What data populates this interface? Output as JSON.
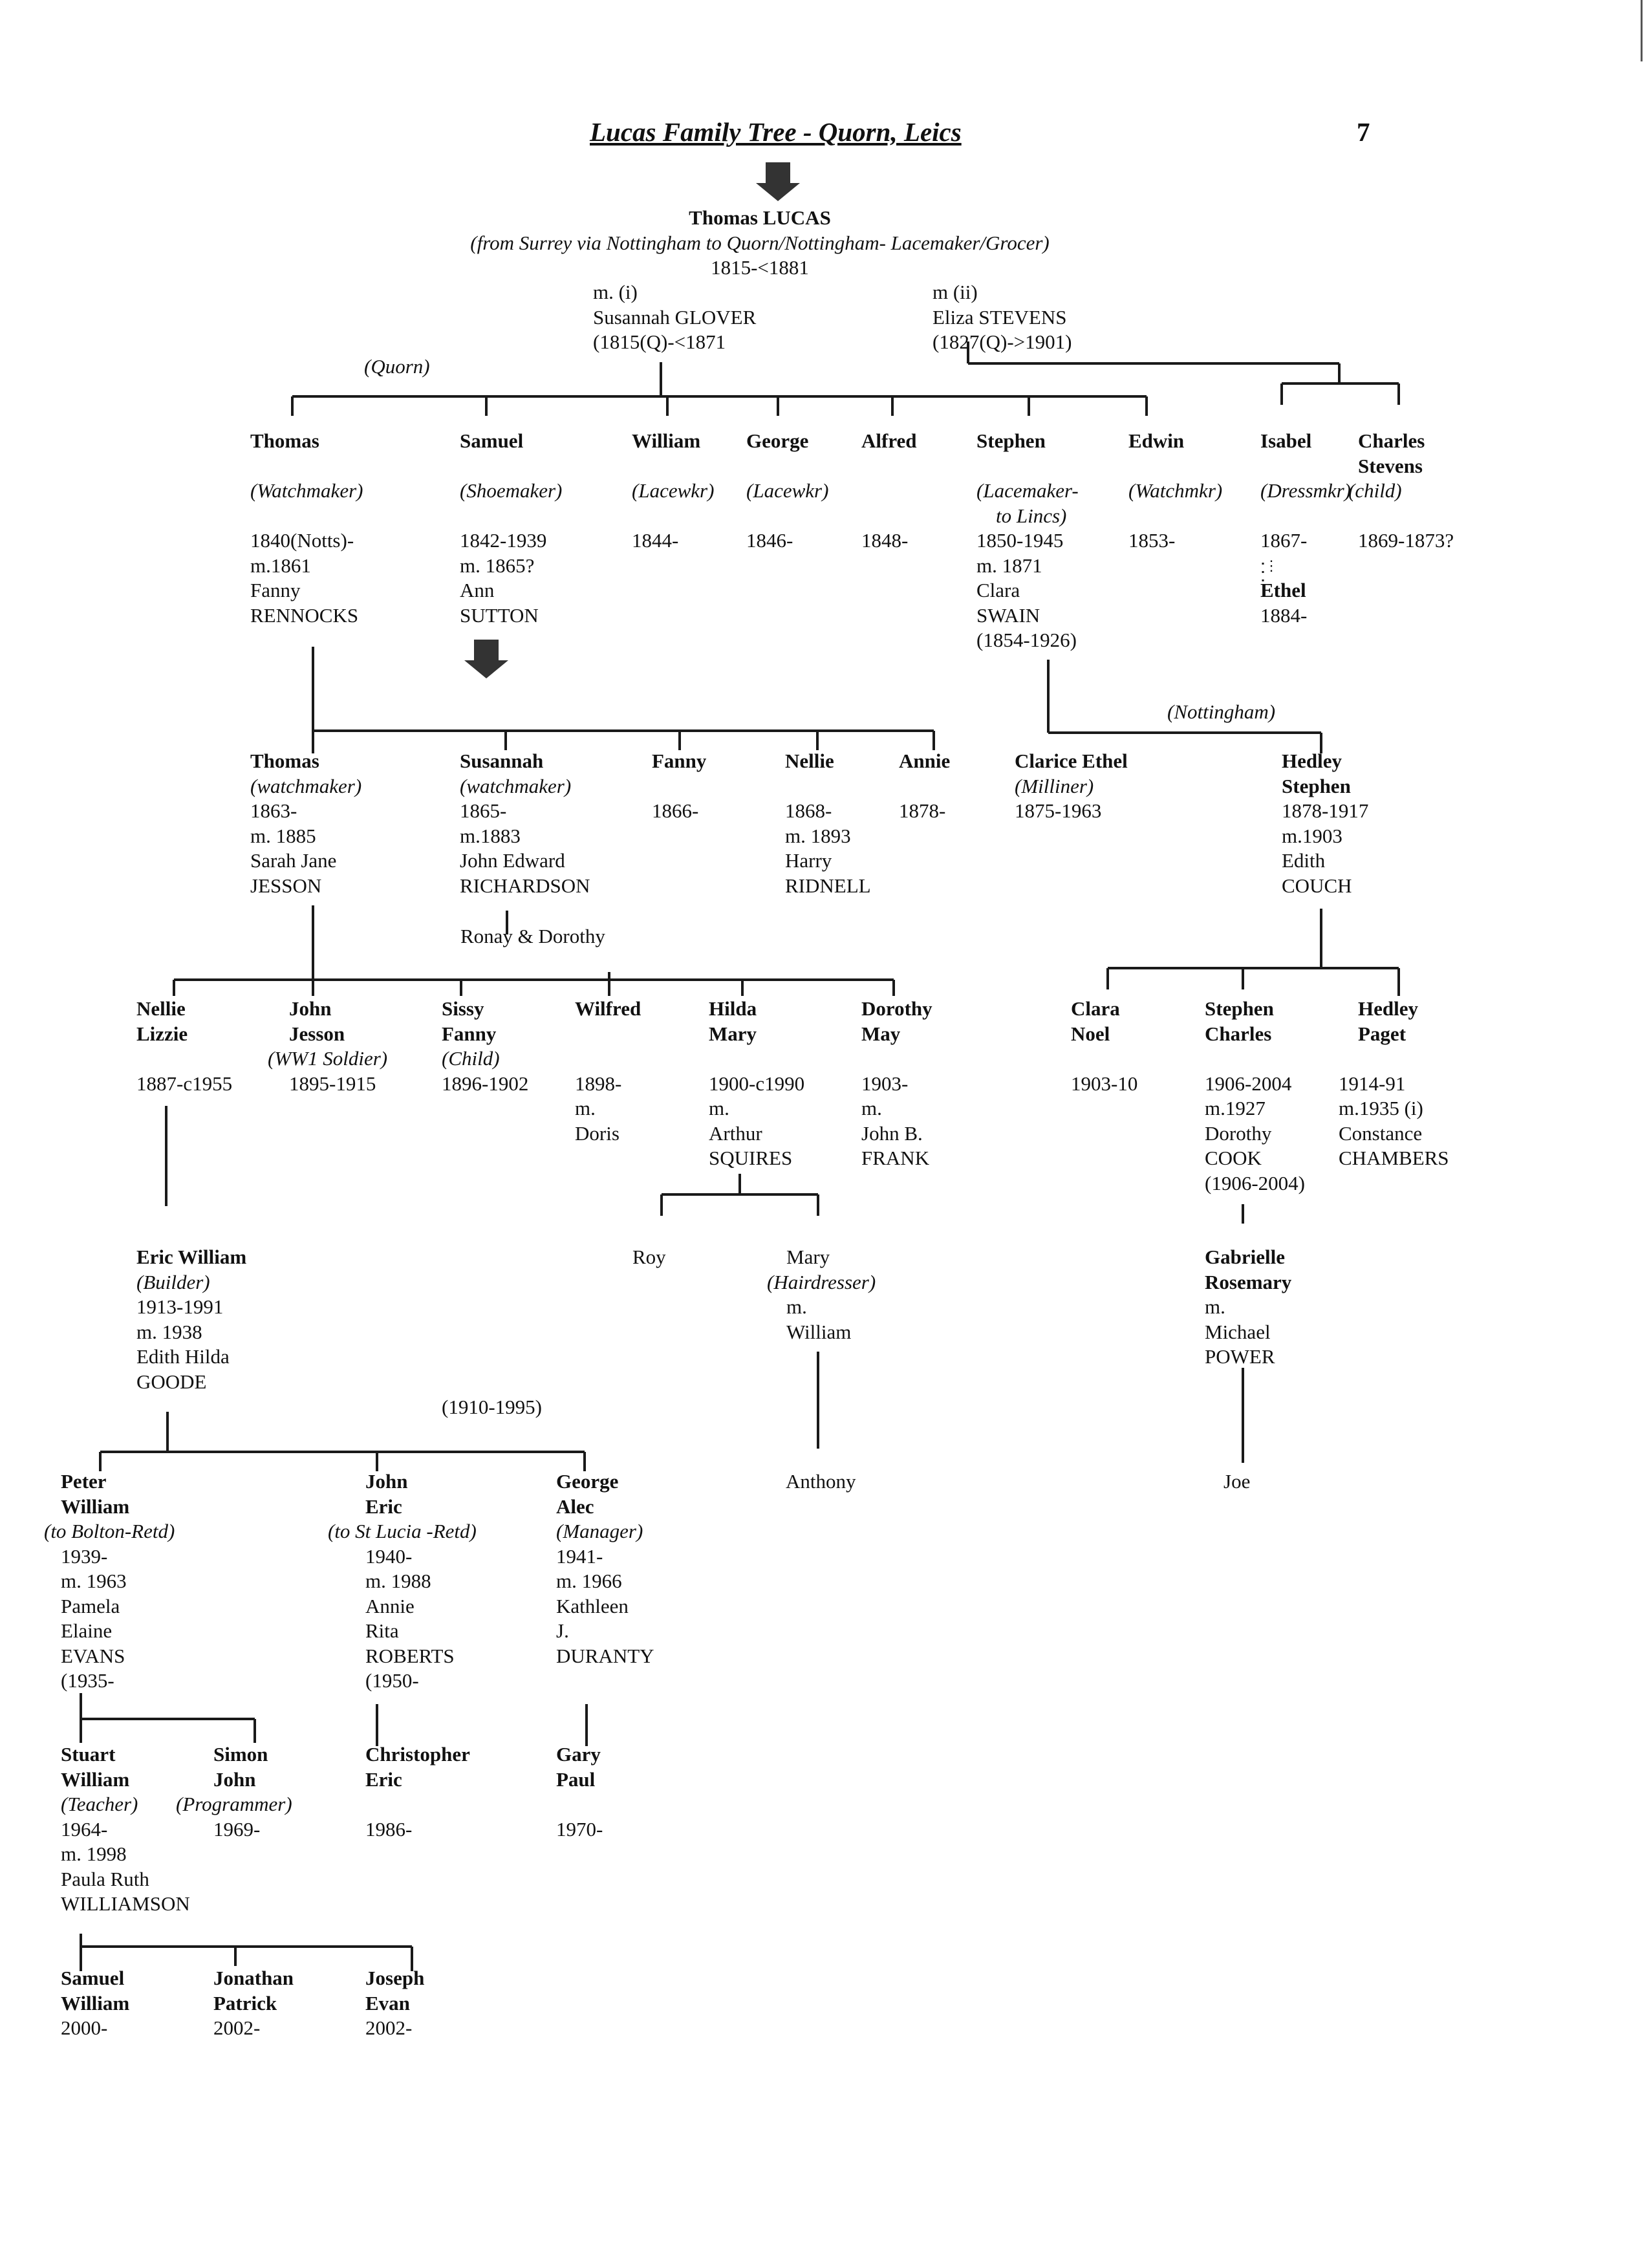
{
  "title": "Lucas Family Tree  - Quorn, Leics",
  "page_number": "7",
  "root": {
    "name": "Thomas LUCAS",
    "note": "(from Surrey via Nottingham to Quorn/Nottingham- Lacemaker/Grocer)",
    "dates": "1815-<1881"
  },
  "marriage_i": {
    "label": "m. (i)",
    "name": "Susannah GLOVER",
    "dates": "(1815(Q)-<1871"
  },
  "marriage_ii": {
    "label": "m (ii)",
    "name": "Eliza STEVENS",
    "dates": "(1827(Q)->1901)"
  },
  "labels": {
    "quorn": "(Quorn)",
    "nottingham": "(Nottingham)",
    "dates_1910_1995": "(1910-1995)",
    "ronay_dorothy": "Ronay & Dorothy"
  },
  "gen2": {
    "thomas": {
      "name": "Thomas",
      "occupation": "(Watchmaker)",
      "l1": "1840(Notts)-",
      "l2": "m.1861",
      "l3": "Fanny",
      "l4": "RENNOCKS"
    },
    "samuel": {
      "name": "Samuel",
      "occupation": "(Shoemaker)",
      "l1": "1842-1939",
      "l2": "m. 1865?",
      "l3": "Ann",
      "l4": "SUTTON"
    },
    "william": {
      "name": "William",
      "occupation": "(Lacewkr)",
      "l1": "1844-"
    },
    "george": {
      "name": "George",
      "occupation": "(Lacewkr)",
      "l1": "1846-"
    },
    "alfred": {
      "name": "Alfred",
      "l1": "1848-"
    },
    "stephen": {
      "name": "Stephen",
      "occ1": "(Lacemaker-",
      "occ2": "to Lincs)",
      "l1": "1850-1945",
      "l2": "m. 1871",
      "l3": "Clara",
      "l4": "SWAIN",
      "l5": "(1854-1926)"
    },
    "edwin": {
      "name": "Edwin",
      "occupation": "(Watchmkr)",
      "l1": "1853-"
    },
    "isabel": {
      "name": "Isabel",
      "occupation": "(Dressmkr)",
      "l1": "1867-",
      "dots": "⋮",
      "child_name": "Ethel",
      "child_dates": "1884-"
    },
    "charles": {
      "name1": "Charles",
      "name2": "Stevens",
      "occupation": "(child)",
      "l1": "1869-1873?"
    }
  },
  "gen3": {
    "thomas": {
      "name": "Thomas",
      "occupation": "(watchmaker)",
      "l1": "1863-",
      "l2": "m. 1885",
      "l3": "Sarah Jane",
      "l4": "JESSON"
    },
    "susannah": {
      "name": "Susannah",
      "occupation": "(watchmaker)",
      "l1": "1865-",
      "l2": "m.1883",
      "l3": "John Edward",
      "l4": "RICHARDSON"
    },
    "fanny": {
      "name": "Fanny",
      "l1": "1866-"
    },
    "nellie": {
      "name": "Nellie",
      "l1": "1868-",
      "l2": "m. 1893",
      "l3": "Harry",
      "l4": "RIDNELL"
    },
    "annie": {
      "name": "Annie",
      "l1": "1878-"
    },
    "clarice": {
      "name": "Clarice Ethel",
      "occupation": "(Milliner)",
      "l1": "1875-1963"
    },
    "hedley": {
      "name1": "Hedley",
      "name2": "Stephen",
      "l1": "1878-1917",
      "l2": "m.1903",
      "l3": "Edith",
      "l4": "COUCH"
    }
  },
  "gen4": {
    "nellie": {
      "name1": "Nellie",
      "name2": "Lizzie",
      "l1": "1887-c1955"
    },
    "john": {
      "name1": "John",
      "name2": "Jesson",
      "occupation": "(WW1 Soldier)",
      "l1": "1895-1915"
    },
    "sissy": {
      "name1": "Sissy",
      "name2": "Fanny",
      "occupation": "(Child)",
      "l1": "1896-1902"
    },
    "wilfred": {
      "name": "Wilfred",
      "l1": "1898-",
      "l2": "m.",
      "l3": "Doris"
    },
    "hilda": {
      "name1": "Hilda",
      "name2": "Mary",
      "l1": "1900-c1990",
      "l2": "m.",
      "l3": "Arthur",
      "l4": "SQUIRES"
    },
    "dorothy": {
      "name1": "Dorothy",
      "name2": "May",
      "l1": "1903-",
      "l2": "m.",
      "l3": "John B.",
      "l4": "FRANK"
    },
    "clara": {
      "name1": "Clara",
      "name2": "Noel",
      "l1": "1903-10"
    },
    "stephen": {
      "name1": "Stephen",
      "name2": "Charles",
      "l1": "1906-2004",
      "l2": "m.1927",
      "l3": "Dorothy",
      "l4": "COOK",
      "l5": "(1906-2004)"
    },
    "hedley": {
      "name1": "Hedley",
      "name2": "Paget",
      "l1": "1914-91",
      "l2": "m.1935 (i)",
      "l3": "Constance",
      "l4": "CHAMBERS"
    }
  },
  "gen5": {
    "eric": {
      "name": "Eric William",
      "occupation": "(Builder)",
      "l1": "1913-1991",
      "l2": "m. 1938",
      "l3": "Edith Hilda",
      "l4": "GOODE"
    },
    "roy": {
      "name": "Roy"
    },
    "mary": {
      "name": "Mary",
      "occupation": "(Hairdresser)",
      "l1": "m.",
      "l2": "William"
    },
    "gabrielle": {
      "name1": "Gabrielle",
      "name2": "Rosemary",
      "l1": "m.",
      "l2": "Michael",
      "l3": "POWER"
    }
  },
  "gen6": {
    "peter": {
      "name1": "Peter",
      "name2": "William",
      "occupation": "(to Bolton-Retd)",
      "l1": "1939-",
      "l2": "m. 1963",
      "l3": "Pamela",
      "l4": "Elaine",
      "l5": "EVANS",
      "l6": "(1935-"
    },
    "john": {
      "name1": "John",
      "name2": "Eric",
      "occupation": "(to St Lucia -Retd)",
      "l1": "1940-",
      "l2": "m. 1988",
      "l3": "Annie",
      "l4": "Rita",
      "l5": "ROBERTS",
      "l6": "(1950-"
    },
    "george": {
      "name1": "George",
      "name2": "Alec",
      "occupation": "(Manager)",
      "l1": "1941-",
      "l2": "m. 1966",
      "l3": "Kathleen",
      "l4": "J.",
      "l5": "DURANTY"
    },
    "anthony": {
      "name": "Anthony"
    },
    "joe": {
      "name": "Joe"
    }
  },
  "gen7": {
    "stuart": {
      "name1": "Stuart",
      "name2": "William",
      "occupation": "(Teacher)",
      "l1": "1964-",
      "l2": "m. 1998",
      "l3": "Paula Ruth",
      "l4": "WILLIAMSON"
    },
    "simon": {
      "name1": "Simon",
      "name2": "John",
      "occupation": "(Programmer)",
      "l1": "1969-"
    },
    "christopher": {
      "name1": "Christopher",
      "name2": "Eric",
      "l1": "1986-"
    },
    "gary": {
      "name1": "Gary",
      "name2": "Paul",
      "l1": "1970-"
    }
  },
  "gen8": {
    "samuel": {
      "name1": "Samuel",
      "name2": "William",
      "l1": "2000-"
    },
    "jonathan": {
      "name1": "Jonathan",
      "name2": "Patrick",
      "l1": "2002-"
    },
    "joseph": {
      "name1": "Joseph",
      "name2": "Evan",
      "l1": "2002-"
    }
  }
}
